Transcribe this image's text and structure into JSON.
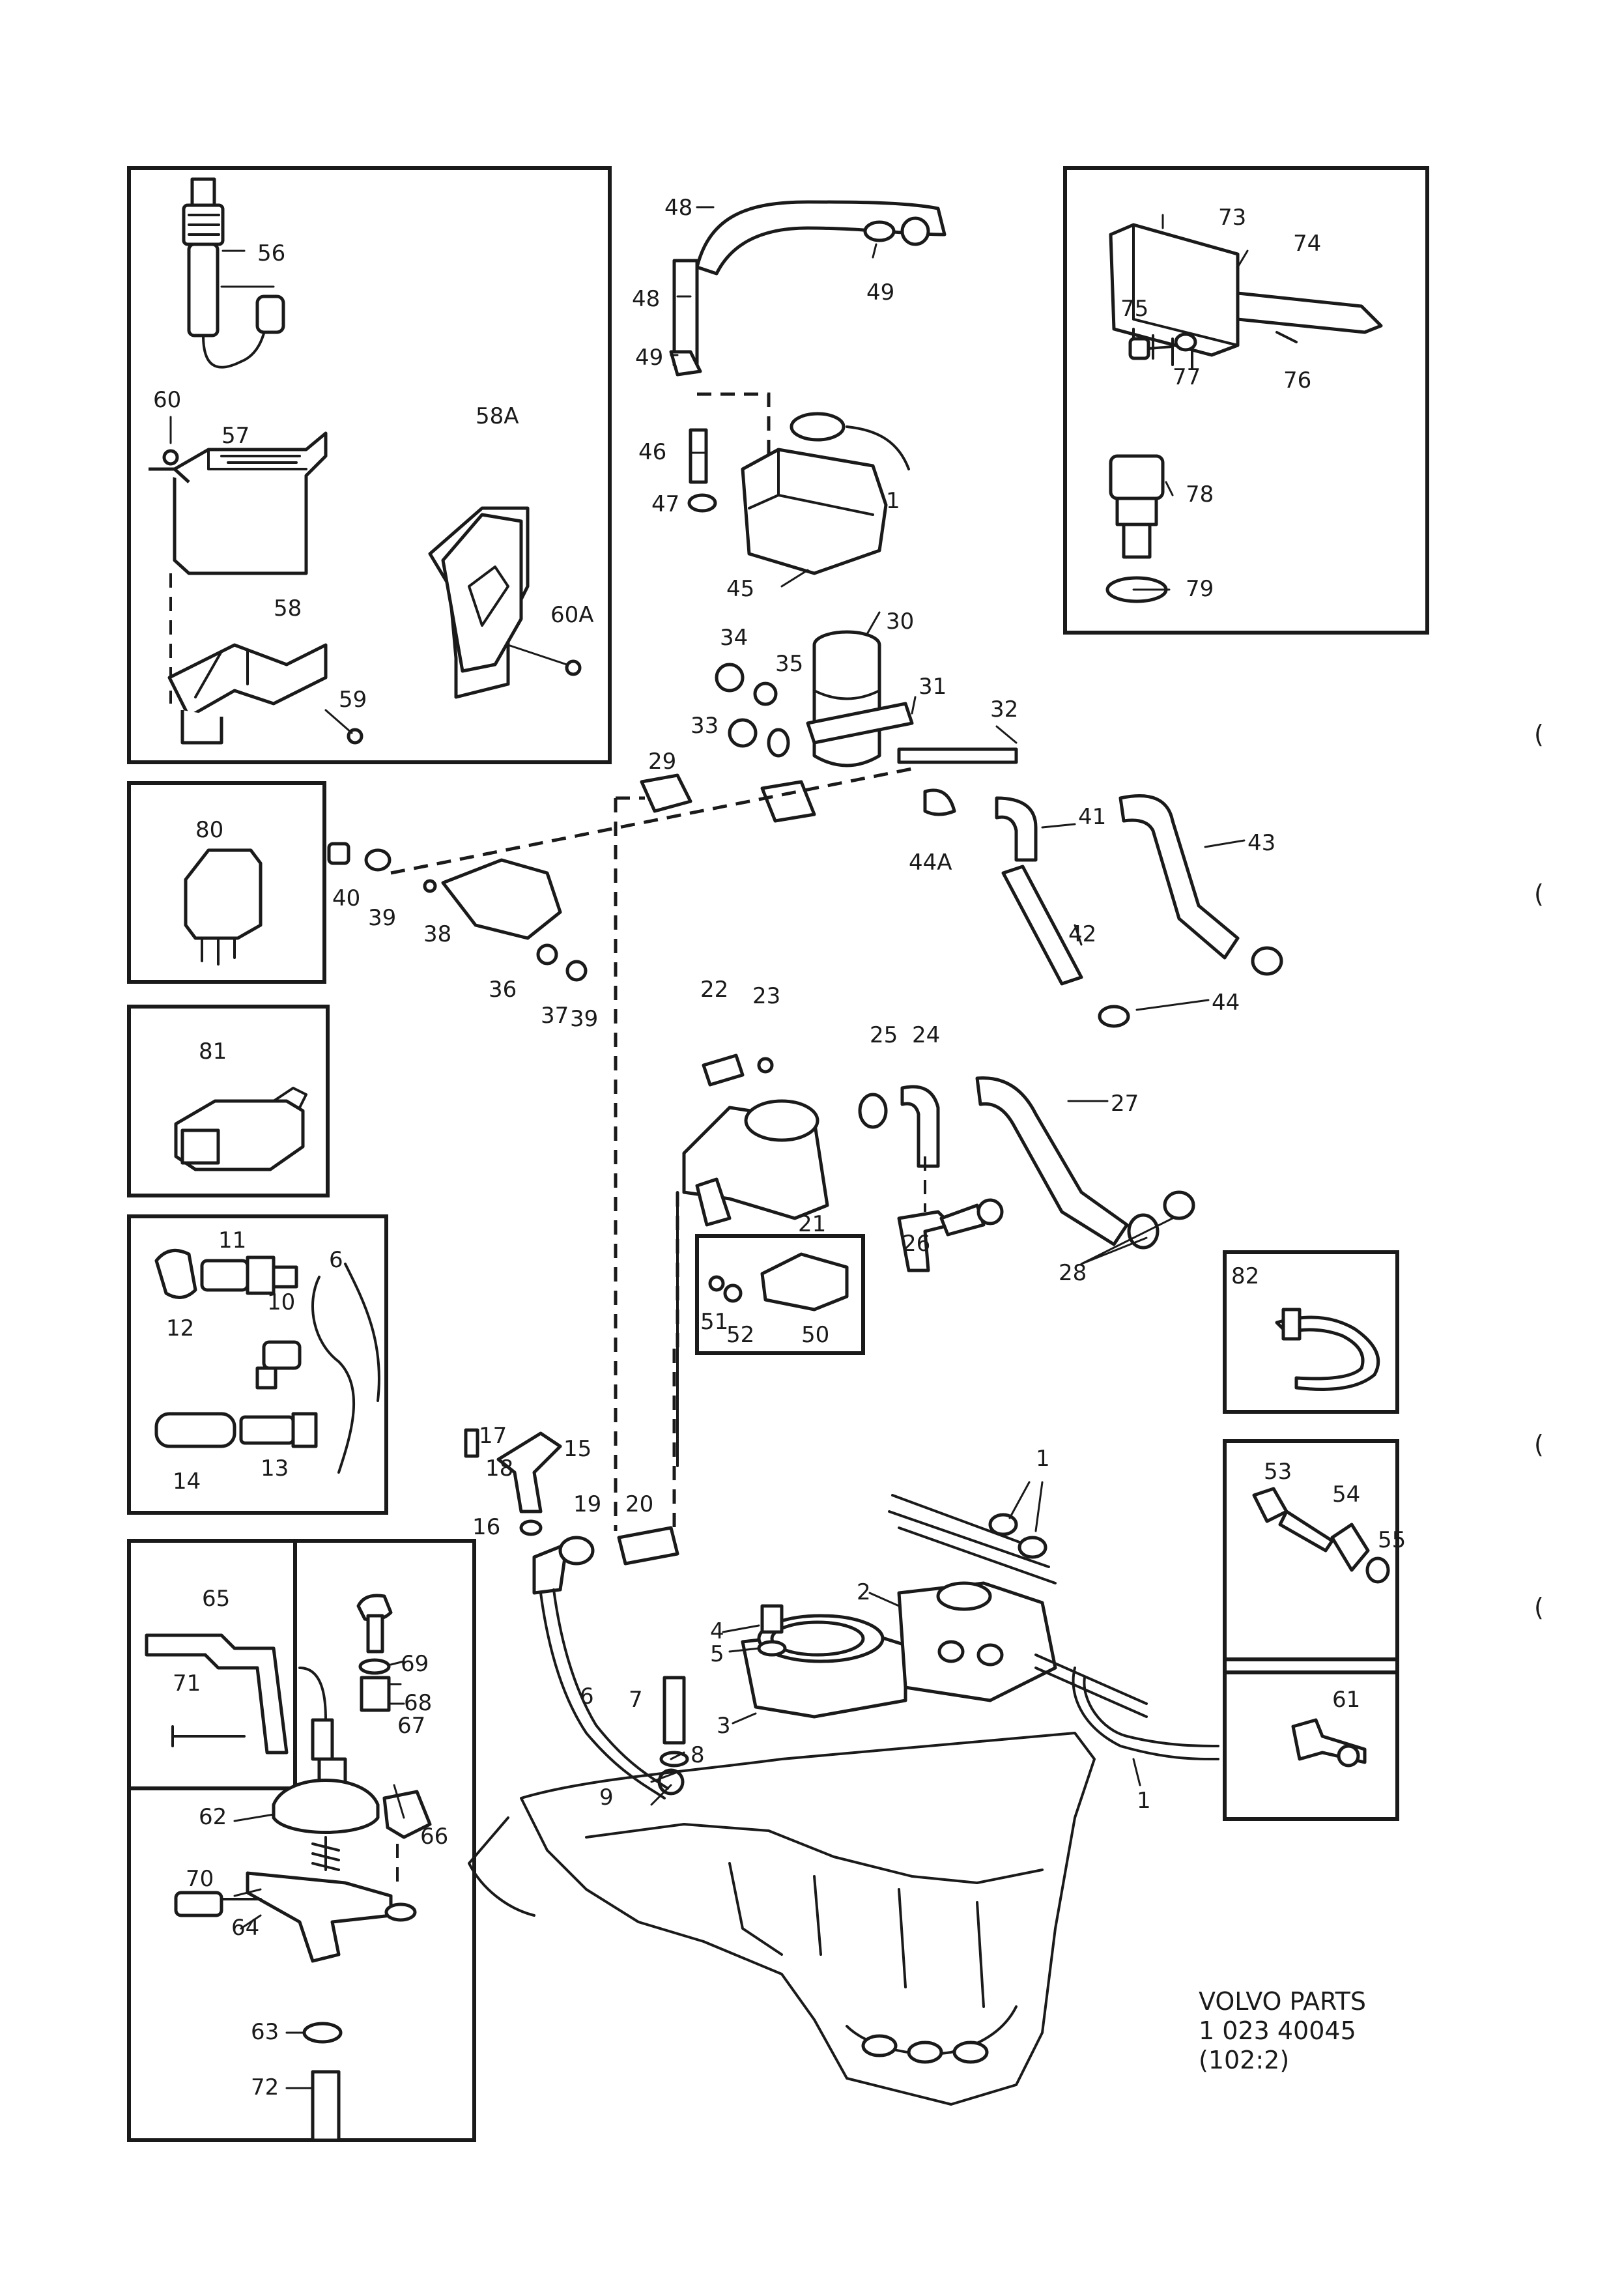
{
  "callouts": {
    "c1a": "1",
    "c1b": "1",
    "c1c": "1",
    "c2": "2",
    "c3": "3",
    "c4": "4",
    "c5": "5",
    "c6a": "6",
    "c6b": "6",
    "c7": "7",
    "c8": "8",
    "c9": "9",
    "c10": "10",
    "c11": "11",
    "c12": "12",
    "c13": "13",
    "c14": "14",
    "c15": "15",
    "c16": "16",
    "c17": "17",
    "c18": "18",
    "c19": "19",
    "c20": "20",
    "c21": "21",
    "c22": "22",
    "c23": "23",
    "c24": "24",
    "c25": "25",
    "c26": "26",
    "c27": "27",
    "c28": "28",
    "c29": "29",
    "c30": "30",
    "c31": "31",
    "c32": "32",
    "c33": "33",
    "c34": "34",
    "c35": "35",
    "c36": "36",
    "c37": "37",
    "c38": "38",
    "c39a": "39",
    "c39b": "39",
    "c40": "40",
    "c41": "41",
    "c42": "42",
    "c43": "43",
    "c44": "44",
    "c44A": "44A",
    "c45": "45",
    "c46": "46",
    "c47": "47",
    "c48a": "48",
    "c48b": "48",
    "c49a": "49",
    "c49b": "49",
    "c50": "50",
    "c51": "51",
    "c52": "52",
    "c53": "53",
    "c54": "54",
    "c55": "55",
    "c56": "56",
    "c57": "57",
    "c58": "58",
    "c58A": "58A",
    "c59": "59",
    "c60": "60",
    "c60A": "60A",
    "c61": "61",
    "c62": "62",
    "c63": "63",
    "c64": "64",
    "c65": "65",
    "c66": "66",
    "c67": "67",
    "c68": "68",
    "c69": "69",
    "c70": "70",
    "c71": "71",
    "c72": "72",
    "c73": "73",
    "c74": "74",
    "c75": "75",
    "c76": "76",
    "c77": "77",
    "c78": "78",
    "c79": "79",
    "c80": "80",
    "c81": "81",
    "c82": "82"
  },
  "caption": {
    "line1": "VOLVO  PARTS",
    "line2": "1 023  40045",
    "line3": "(102:2)"
  },
  "margin_marks": [
    "(",
    "(",
    "(",
    "("
  ]
}
